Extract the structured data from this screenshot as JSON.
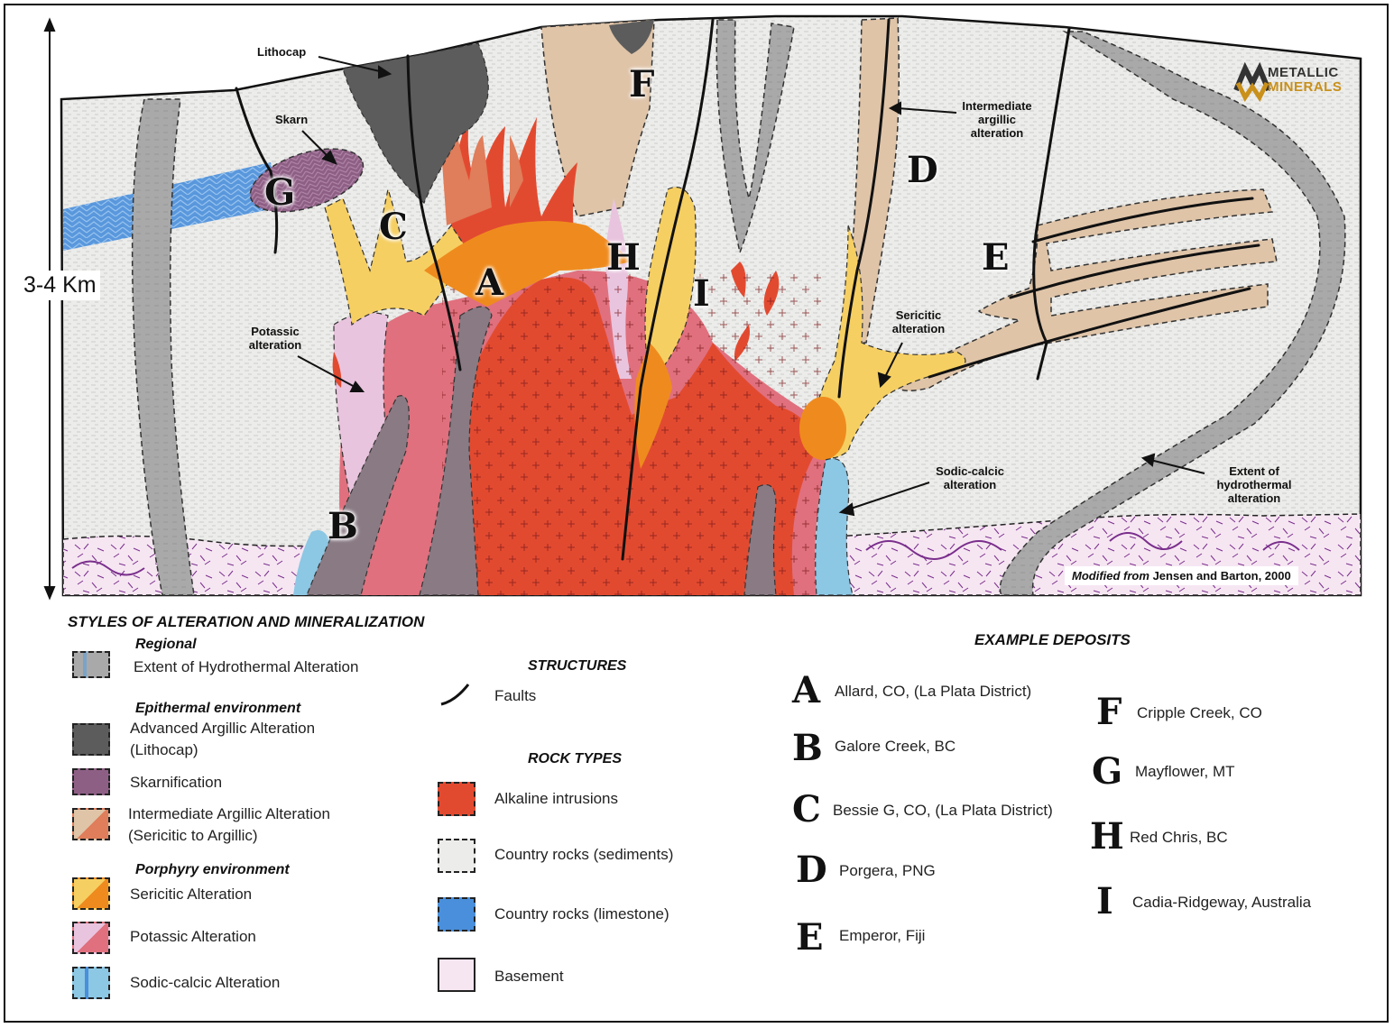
{
  "cross_section": {
    "scale_label": "3-4 Km",
    "callouts": {
      "lithocap": "Lithocap",
      "skarn": "Skarn",
      "potassic_1": "Potassic",
      "potassic_2": "alteration",
      "intermediate_1": "Intermediate",
      "intermediate_2": "argillic",
      "intermediate_3": "alteration",
      "sericitic_1": "Sericitic",
      "sericitic_2": "alteration",
      "sodic_1": "Sodic-calcic",
      "sodic_2": "alteration",
      "extent_1": "Extent of",
      "extent_2": "hydrothermal",
      "extent_3": "alteration"
    },
    "deposit_markers": [
      "A",
      "B",
      "C",
      "D",
      "E",
      "F",
      "G",
      "H",
      "I"
    ],
    "logo": {
      "line1": "METALLIC",
      "line2": "MINERALS"
    },
    "credit": {
      "italic": "Modified from",
      "rest": "Jensen and Barton, 2000"
    }
  },
  "legend": {
    "title": "STYLES OF ALTERATION AND MINERALIZATION",
    "regional": {
      "heading": "Regional",
      "items": [
        "Extent of Hydrothermal Alteration"
      ]
    },
    "epithermal": {
      "heading": "Epithermal environment",
      "items": [
        {
          "line1": "Advanced Argillic Alteration",
          "line2": "(Lithocap)"
        },
        {
          "line1": "Skarnification",
          "line2": ""
        },
        {
          "line1": "Intermediate Argillic Alteration",
          "line2": "(Sericitic to Argillic)"
        }
      ]
    },
    "porphyry": {
      "heading": "Porphyry environment",
      "items": [
        "Sericitic Alteration",
        "Potassic Alteration",
        "Sodic-calcic Alteration"
      ]
    },
    "structures": {
      "heading": "STRUCTURES",
      "items": [
        "Faults"
      ]
    },
    "rock_types": {
      "heading": "ROCK TYPES",
      "items": [
        "Alkaline intrusions",
        "Country rocks (sediments)",
        "Country rocks (limestone)",
        "Basement"
      ]
    }
  },
  "example_deposits": {
    "heading": "EXAMPLE DEPOSITS",
    "items": [
      {
        "letter": "A",
        "name": "Allard, CO, (La Plata District)"
      },
      {
        "letter": "B",
        "name": "Galore Creek, BC"
      },
      {
        "letter": "C",
        "name": "Bessie G, CO, (La Plata District)"
      },
      {
        "letter": "D",
        "name": "Porgera, PNG"
      },
      {
        "letter": "E",
        "name": "Emperor, Fiji"
      },
      {
        "letter": "F",
        "name": "Cripple Creek, CO"
      },
      {
        "letter": "G",
        "name": "Mayflower, MT"
      },
      {
        "letter": "H",
        "name": "Red Chris, BC"
      },
      {
        "letter": "I",
        "name": "Cadia-Ridgeway, Australia"
      }
    ]
  },
  "colors": {
    "country_rock": "#ececea",
    "hydrothermal_extent": "#a9a9a9",
    "lithocap": "#5c5c5c",
    "skarn": "#8e5f85",
    "intermediate_argillic": "#dfc4a8",
    "intermediate_dark": "#e07d5a",
    "sericitic": "#f6cf62",
    "sericitic_orange": "#ef8b1e",
    "potassic": "#e0707e",
    "potassic_light": "#e9c4de",
    "sodic_calcic": "#8cc7e4",
    "alkaline_intrusion": "#e24a30",
    "limestone": "#4a8fdb",
    "basement": "#f6e6f2",
    "basement_line": "#7a2f8c",
    "gray_intrusion": "#8a7a84"
  }
}
